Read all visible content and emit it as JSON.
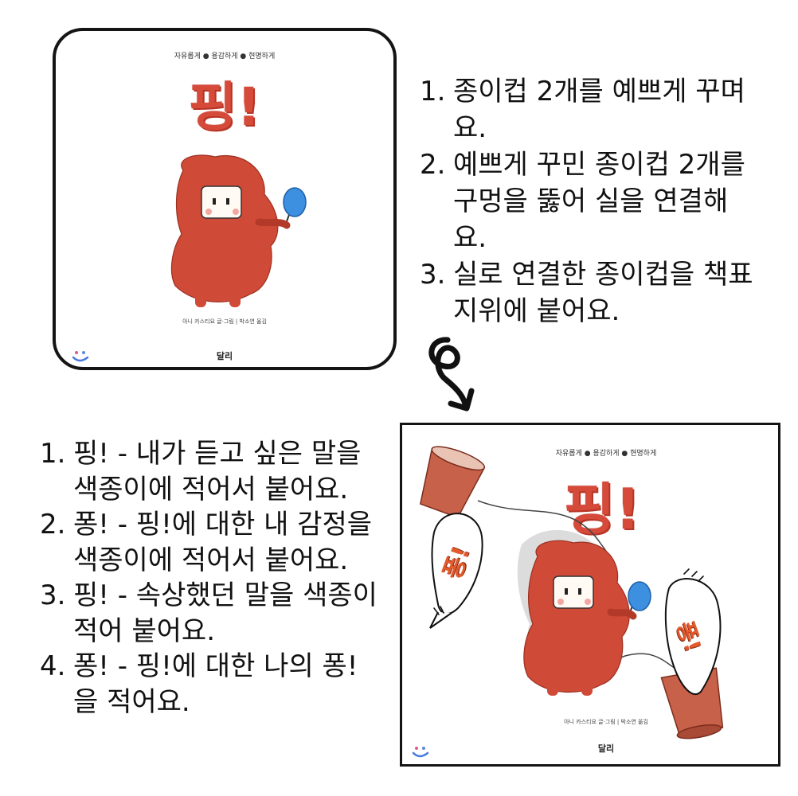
{
  "book": {
    "tagline": "자유롭게 ● 용감하게 ● 현명하게",
    "title": "핑!",
    "credits": "아니 카스티요 글·그림 | 박소연 옮김",
    "publisher": "달리"
  },
  "bubbles": {
    "left": "퐁!",
    "right": "퐁!"
  },
  "instructions_top": {
    "items": [
      {
        "num": "1.",
        "text": "종이컵 2개를 예쁘게 꾸며요."
      },
      {
        "num": "2.",
        "text": "예쁘게 꾸민 종이컵 2개를 구멍을 뚫어 실을 연결해요."
      },
      {
        "num": "3.",
        "text": "실로 연결한 종이컵을 책표지위에 붙어요."
      }
    ]
  },
  "instructions_bottom": {
    "items": [
      {
        "num": "1.",
        "text": "핑! - 내가 듣고 싶은 말을 색종이에 적어서 붙어요."
      },
      {
        "num": "2.",
        "text": "퐁! - 핑!에 대한 내 감정을 색종이에 적어서 붙어요."
      },
      {
        "num": "3.",
        "text": "핑! - 속상했던 말을 색종이 적어 붙어요."
      },
      {
        "num": "4.",
        "text": "퐁! - 핑!에 대한 나의 퐁!을 적어요."
      }
    ]
  },
  "colors": {
    "character_red": "#cf4a37",
    "cup_brown": "#c8614a",
    "fan_blue": "#3d8fe0",
    "border": "#141414"
  }
}
